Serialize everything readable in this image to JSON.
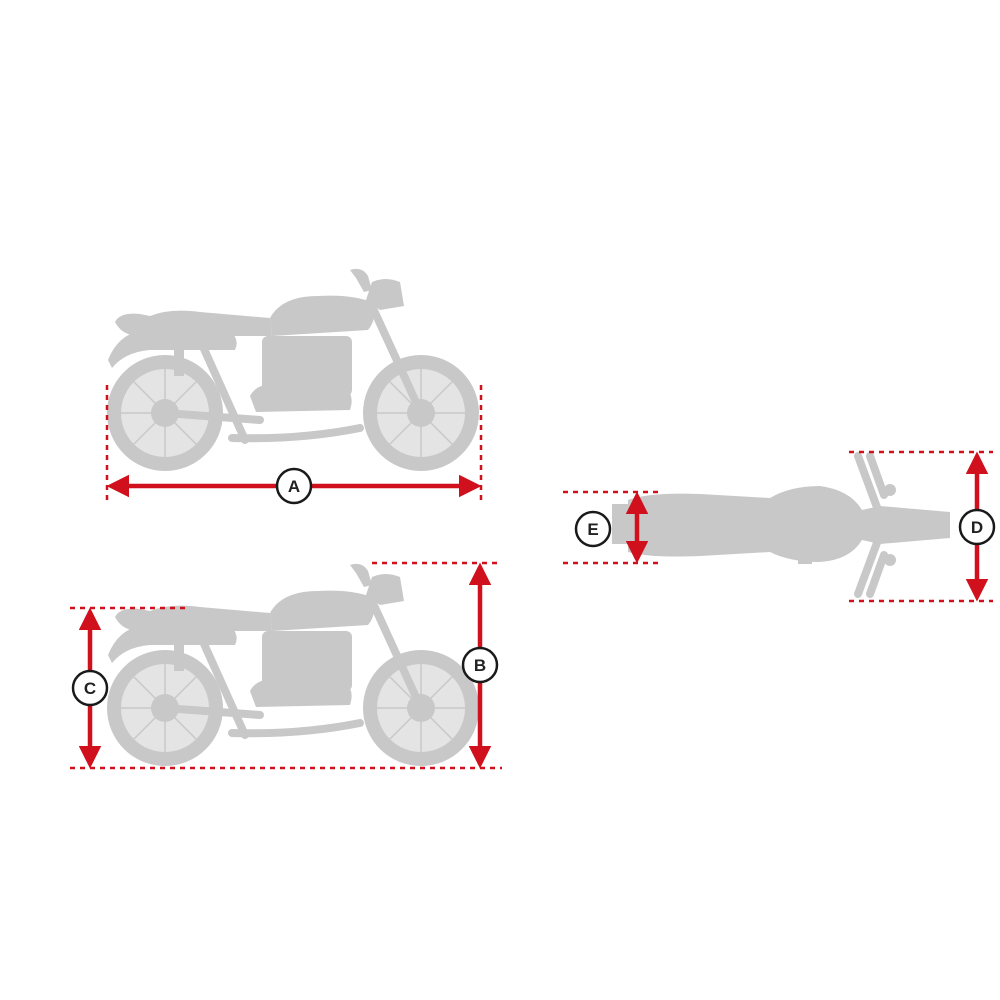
{
  "colors": {
    "silhouette": "#c8c8c8",
    "dimension_line": "#d0101c",
    "label_ring": "#1a1a1a",
    "background": "#ffffff"
  },
  "views": [
    {
      "id": "side-view-length",
      "description": "Motorcycle side view with overall length dimension"
    },
    {
      "id": "side-view-heights",
      "description": "Motorcycle side view with seat height and overall height dimensions"
    },
    {
      "id": "top-view-widths",
      "description": "Motorcycle top view with rear width and handlebar width dimensions"
    }
  ],
  "dimensions": {
    "A": {
      "label": "A",
      "meaning": "overall length"
    },
    "B": {
      "label": "B",
      "meaning": "overall height"
    },
    "C": {
      "label": "C",
      "meaning": "seat height"
    },
    "D": {
      "label": "D",
      "meaning": "handlebar width"
    },
    "E": {
      "label": "E",
      "meaning": "rear width"
    }
  }
}
